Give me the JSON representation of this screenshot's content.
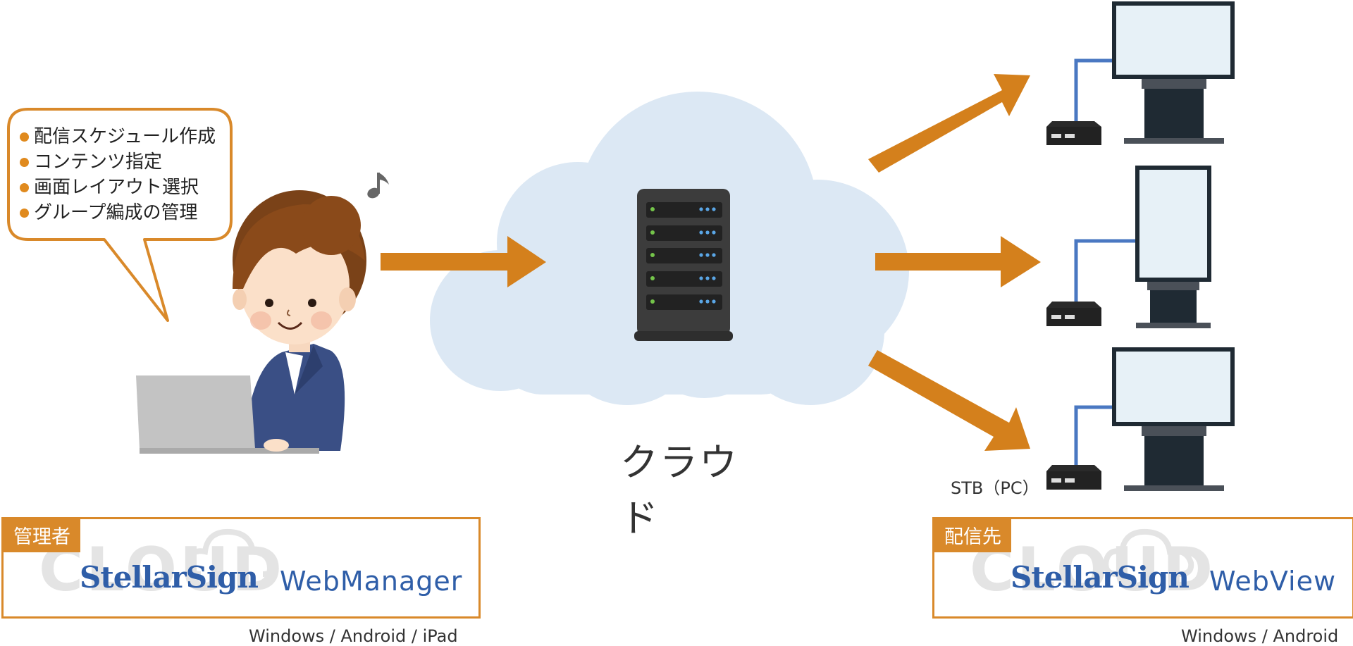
{
  "admin_bubble": {
    "items": [
      "配信スケジュール作成",
      "コンテンツ指定",
      "画面レイアウト選択",
      "グループ編成の管理"
    ]
  },
  "cloud": {
    "label": "クラウド"
  },
  "stb": {
    "label": "STB（PC）"
  },
  "admin_box": {
    "tag": "管理者",
    "watermark": "CLOUD",
    "logo": "StellarSign",
    "product": "WebManager",
    "platforms": "Windows / Android / iPad"
  },
  "dest_box": {
    "tag": "配信先",
    "watermark": "CLOUD",
    "logo": "StellarSign",
    "product": "WebView",
    "platforms": "Windows / Android"
  },
  "colors": {
    "accent": "#d9892a",
    "arrow": "#d4801c",
    "brand_blue": "#2f5ea8",
    "cloud": "#dce8f4",
    "server": "#3a3a3a",
    "cable": "#4a78c2"
  }
}
